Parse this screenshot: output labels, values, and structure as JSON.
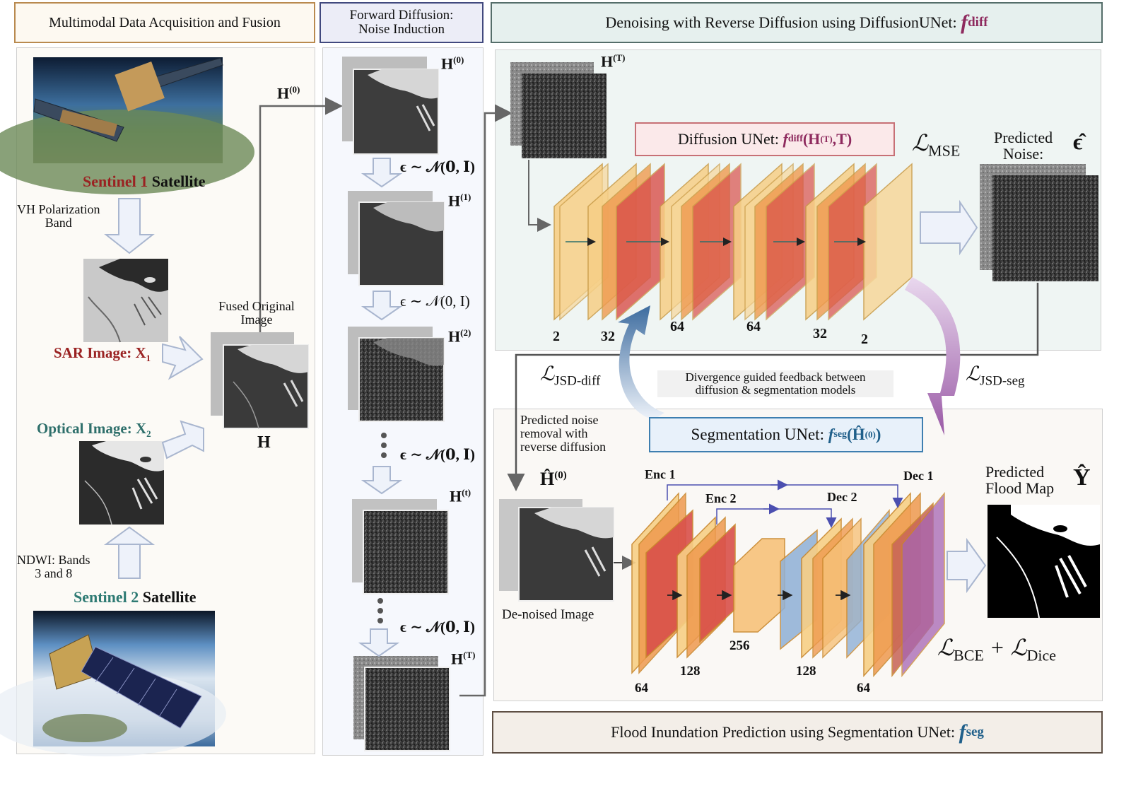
{
  "headers": {
    "fusion": "Multimodal Data Acquisition and Fusion",
    "forward_line1": "Forward Diffusion:",
    "forward_line2": "Noise Induction",
    "denoise": "Denoising with Reverse Diffusion using DiffusionUNet: ",
    "denoise_f": "f",
    "denoise_sub": "diff",
    "flood": "Flood Inundation Prediction using Segmentation UNet: ",
    "flood_f": "f",
    "flood_sub": "seg"
  },
  "fusion": {
    "s1_colored": "Sentinel 1",
    "s1_plain": " Satellite",
    "vh_line1": "VH Polarization",
    "vh_line2": "Band",
    "sar_label": "SAR Image: X",
    "sar_sub": "1",
    "optical_label": "Optical Image: X",
    "optical_sub": "2",
    "ndwi_line1": "NDWI: Bands",
    "ndwi_line2": "3 and 8",
    "s2_colored": "Sentinel 2",
    "s2_plain": " Satellite",
    "fused_line1": "Fused Original",
    "fused_line2": "Image",
    "fused_symbol": "H",
    "h0_arrow": "H",
    "h0_sup": "(0)"
  },
  "forward": {
    "steps": [
      {
        "label": "H",
        "sup": "(0)"
      },
      {
        "label": "H",
        "sup": "(1)"
      },
      {
        "label": "H",
        "sup": "(2)"
      },
      {
        "label": "H",
        "sup": "(t)"
      },
      {
        "label": "H",
        "sup": "(T)"
      }
    ],
    "noise": "ϵ ∼ 𝒩(0, I)",
    "noise_bold": "ϵ ∼ 𝒩(𝟎, 𝐈)"
  },
  "diffusion": {
    "input_label": "H",
    "input_sup": "(T)",
    "unet_prefix": "Diffusion UNet: ",
    "unet_f": "f",
    "unet_sub": "diff",
    "unet_args": " (H",
    "unet_args_sup": "(T)",
    "unet_args_end": ",T)",
    "loss_mse": "ℒ",
    "loss_mse_sub": "MSE",
    "pred_noise_line1": "Predicted",
    "pred_noise_line2": "Noise:",
    "pred_noise_symbol": "ϵ̂",
    "channels": [
      "2",
      "32",
      "64",
      "64",
      "32",
      "2"
    ]
  },
  "feedback": {
    "jsd_diff": "ℒ",
    "jsd_diff_sub": "JSD-diff",
    "jsd_seg": "ℒ",
    "jsd_seg_sub": "JSD-seg",
    "note_line1": "Divergence guided feedback between",
    "note_line2": "diffusion & segmentation models"
  },
  "segmentation": {
    "removal_line1": "Predicted noise",
    "removal_line2": "removal with",
    "removal_line3": "reverse diffusion",
    "hhat": "Ĥ",
    "hhat_sup": "(0)",
    "denoised": "De-noised Image",
    "unet_prefix": "Segmentation UNet: ",
    "unet_f": "f",
    "unet_sub": "seg",
    "unet_args": " (Ĥ",
    "unet_args_sup": "(0)",
    "unet_args_end": ")",
    "enc1": "Enc 1",
    "enc2": "Enc 2",
    "dec2": "Dec 2",
    "dec1": "Dec 1",
    "channels": [
      "64",
      "128",
      "256",
      "128",
      "64"
    ],
    "pred_map_line1": "Predicted",
    "pred_map_line2": "Flood Map",
    "pred_map_symbol": "Ŷ",
    "loss": "ℒ",
    "loss_sub1": "BCE",
    "loss_plus": " + ℒ",
    "loss_sub2": "Dice"
  },
  "colors": {
    "fusion_border": "#b98a4f",
    "forward_border": "#41497e",
    "denoise_border": "#556e6a",
    "flood_border": "#5e4f44",
    "sentinel1": "#9a2222",
    "sentinel2": "#2e7a73",
    "optical": "#2e6f6b",
    "fdiff": "#8e2a5e",
    "fseg": "#1f5f8a",
    "arrow_fill": "#eef2fa",
    "arrow_stroke": "#a9b6cf",
    "layer_yellow": "#f7cf86",
    "layer_orange": "#ef9a4f",
    "layer_red": "#d9504a",
    "layer_blue": "#8fb0d6",
    "layer_purple": "#a664b3"
  }
}
